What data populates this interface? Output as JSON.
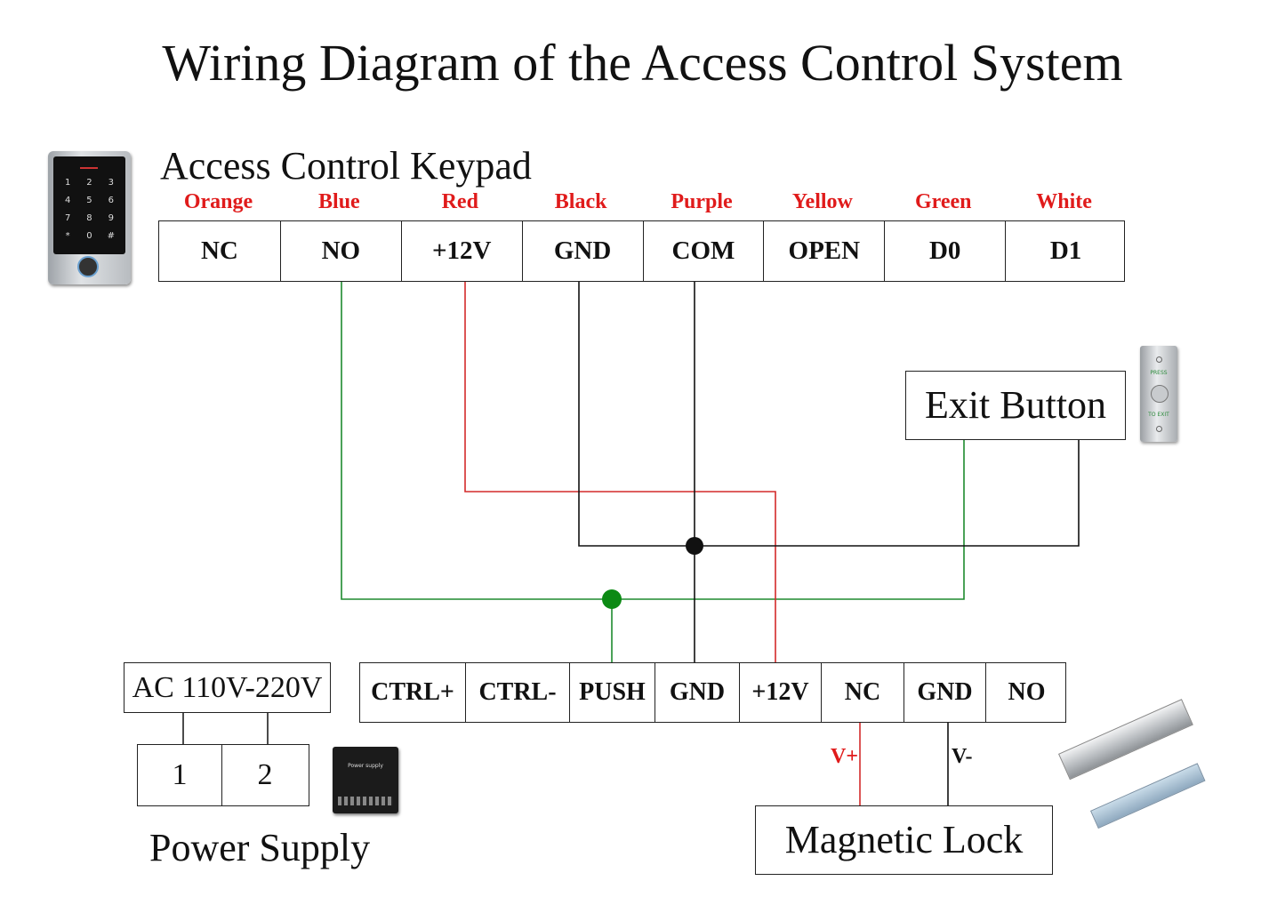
{
  "title": "Wiring Diagram of the Access Control System",
  "keypad": {
    "label": "Access Control Keypad",
    "wire_colors": [
      {
        "name": "Orange",
        "color": "#e01b1b"
      },
      {
        "name": "Blue",
        "color": "#e01b1b"
      },
      {
        "name": "Red",
        "color": "#e01b1b"
      },
      {
        "name": "Black",
        "color": "#e01b1b"
      },
      {
        "name": "Purple",
        "color": "#e01b1b"
      },
      {
        "name": "Yellow",
        "color": "#e01b1b"
      },
      {
        "name": "Green",
        "color": "#e01b1b"
      },
      {
        "name": "White",
        "color": "#e01b1b"
      }
    ],
    "terminals": [
      "NC",
      "NO",
      "+12V",
      "GND",
      "COM",
      "OPEN",
      "D0",
      "D1"
    ],
    "keys": [
      "1",
      "2",
      "3",
      "4",
      "5",
      "6",
      "7",
      "8",
      "9",
      "*",
      "0",
      "#"
    ]
  },
  "exit_button": {
    "label": "Exit Button",
    "press_text": "PRESS",
    "to_exit_text": "TO EXIT"
  },
  "controller": {
    "terminals": [
      "CTRL+",
      "CTRL-",
      "PUSH",
      "GND",
      "+12V",
      "NC",
      "GND",
      "NO"
    ]
  },
  "power_supply": {
    "input_label": "AC 110V-220V",
    "terminals": [
      "1",
      "2"
    ],
    "label": "Power Supply",
    "device_text": "Power supply"
  },
  "magnetic_lock": {
    "label": "Magnetic Lock",
    "v_plus": "V+",
    "v_minus": "V-"
  },
  "colors": {
    "wire_red": "#d42a2a",
    "wire_green": "#1e8a2e",
    "wire_black": "#111111",
    "junction_green": "#0c8a14",
    "label_red": "#e01b1b"
  }
}
